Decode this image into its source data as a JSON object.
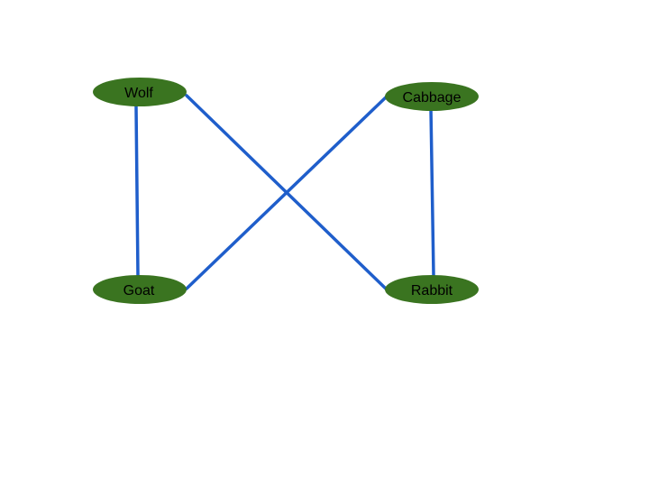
{
  "colors": {
    "node_fill": "#3a7420",
    "edge": "#1f5ecb",
    "background": "#ffffff",
    "label": "#000000"
  },
  "nodes": [
    {
      "id": "wolf",
      "label": "Wolf"
    },
    {
      "id": "cabbage",
      "label": "Cabbage"
    },
    {
      "id": "goat",
      "label": "Goat"
    },
    {
      "id": "rabbit",
      "label": "Rabbit"
    }
  ],
  "edges": [
    {
      "from": "wolf",
      "to": "goat"
    },
    {
      "from": "wolf",
      "to": "rabbit"
    },
    {
      "from": "cabbage",
      "to": "goat"
    },
    {
      "from": "cabbage",
      "to": "rabbit"
    }
  ]
}
